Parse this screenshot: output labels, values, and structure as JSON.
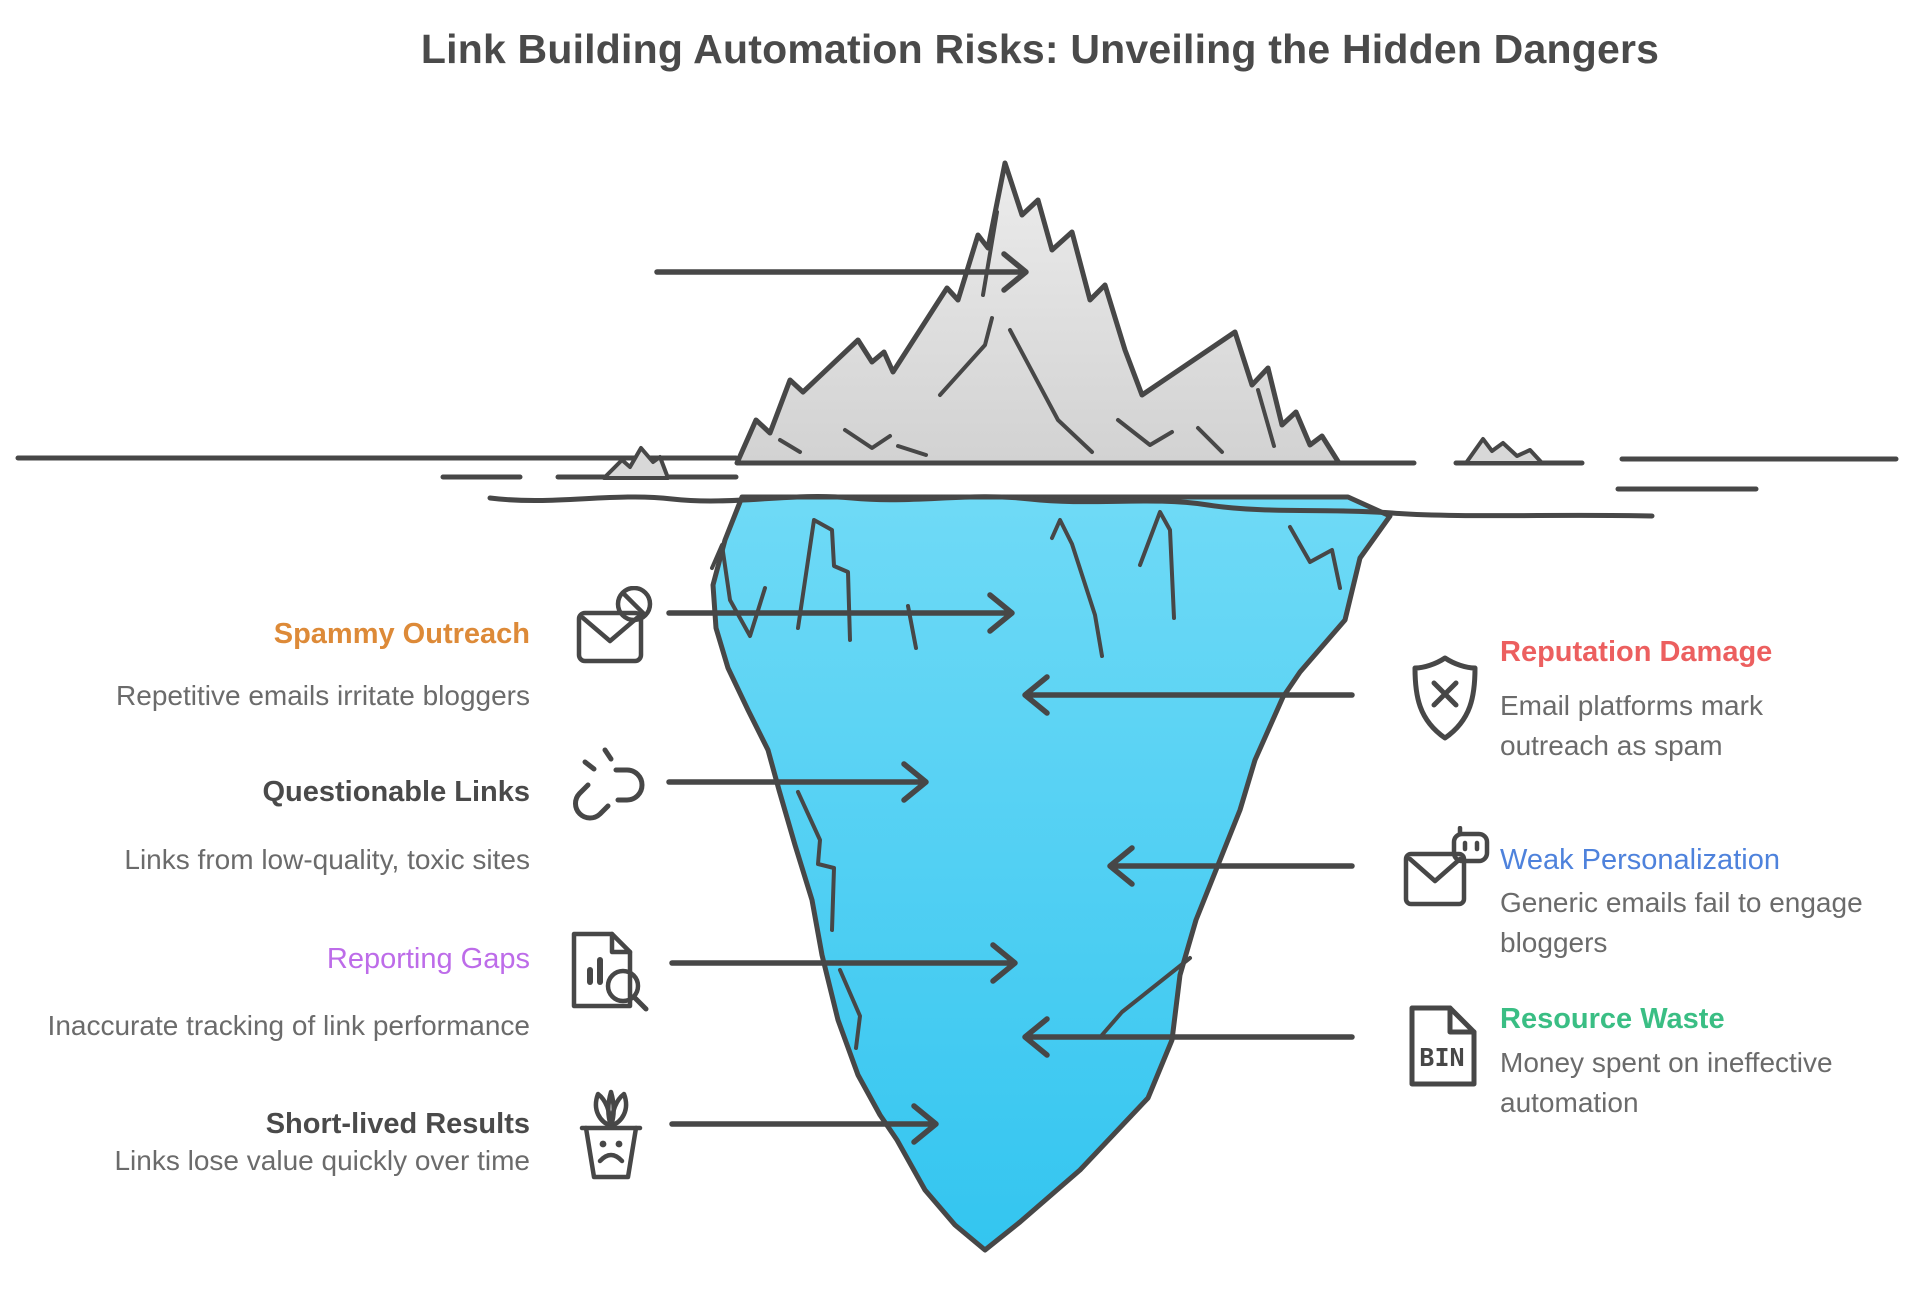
{
  "title": "Link Building Automation Risks: Unveiling the Hidden Dangers",
  "left_items": [
    {
      "label": "Spammy Outreach",
      "description": "Repetitive emails irritate bloggers",
      "color": "#dd8a38",
      "icon": "blocked-email-icon"
    },
    {
      "label": "Questionable Links",
      "description": "Links from low-quality, toxic sites",
      "color": "#4a4a4a",
      "icon": "broken-link-icon"
    },
    {
      "label": "Reporting Gaps",
      "description": "Inaccurate tracking of link performance",
      "color": "#bd6ce9",
      "icon": "report-analysis-icon"
    },
    {
      "label": "Short-lived Results",
      "description": "Links lose value quickly over time",
      "color": "#4a4a4a",
      "icon": "wilted-plant-icon"
    }
  ],
  "right_items": [
    {
      "label": "Reputation Damage",
      "description": "Email platforms mark outreach as spam",
      "color": "#ec5f5f",
      "icon": "shield-x-icon"
    },
    {
      "label": "Weak Personalization",
      "description": "Generic emails fail to engage bloggers",
      "color": "#4e82dc",
      "icon": "robot-email-icon"
    },
    {
      "label": "Resource Waste",
      "description": "Money spent on ineffective automation",
      "color": "#3abe84",
      "icon": "bin-document-icon"
    }
  ],
  "iceberg": {
    "bin_icon_text": "BIN",
    "above_water_color": "#dfdfdf",
    "below_water_top_color": "#6fdaf6",
    "below_water_bottom_color": "#33c5f0",
    "outline_color": "#474747"
  }
}
